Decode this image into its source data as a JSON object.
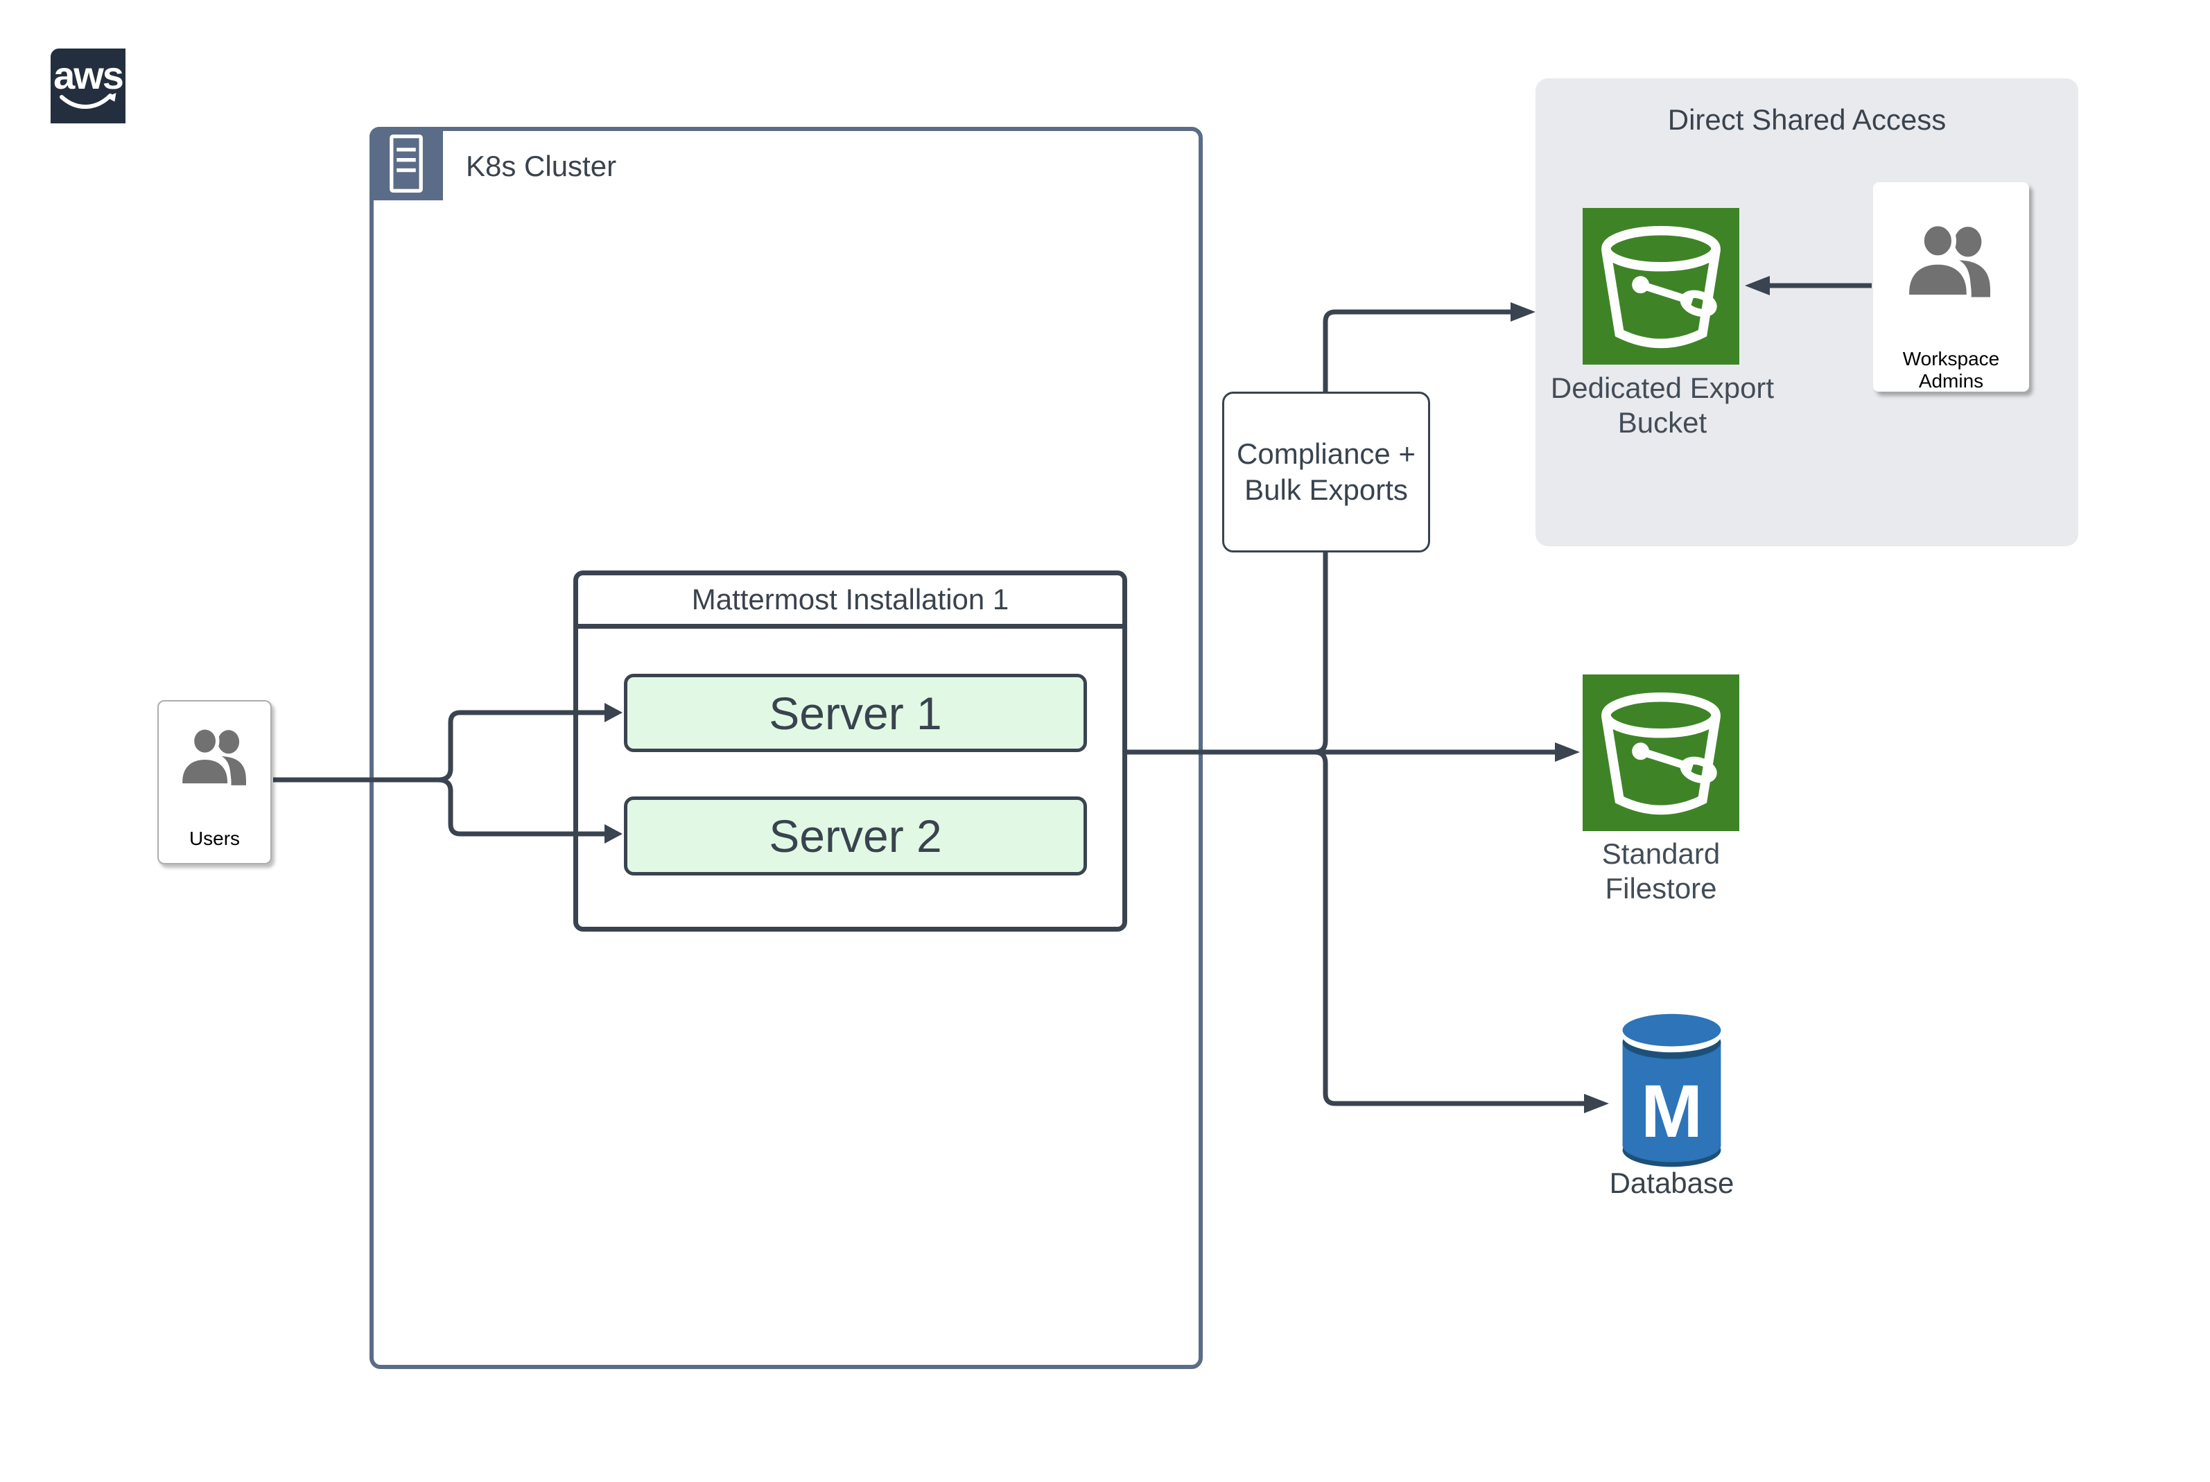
{
  "aws": {
    "logo_text": "aws"
  },
  "k8s": {
    "label": "K8s Cluster"
  },
  "mattermost": {
    "title": "Mattermost Installation 1",
    "servers": [
      "Server 1",
      "Server 2"
    ]
  },
  "users": {
    "label": "Users"
  },
  "compliance": {
    "line1": "Compliance +",
    "line2": "Bulk Exports"
  },
  "direct_shared_access": {
    "title": "Direct Shared Access",
    "bucket_line1": "Dedicated Export",
    "bucket_line2": "Bucket",
    "admins_label": "Workspace Admins"
  },
  "filestore": {
    "line1": "Standard",
    "line2": "Filestore"
  },
  "database": {
    "label": "Database",
    "letter": "M"
  },
  "colors": {
    "connector_dark": "#3A4450",
    "text_dark": "#39434E",
    "k8s_border": "#5A6C87",
    "bucket_green": "#3E8427",
    "server_fill": "#E1F9E4",
    "panel_gray": "#E9EAEE",
    "db_blue": "#2D74B9",
    "db_rim": "#1D5078",
    "aws_navy": "#232F3E",
    "person_gray": "#717171"
  }
}
